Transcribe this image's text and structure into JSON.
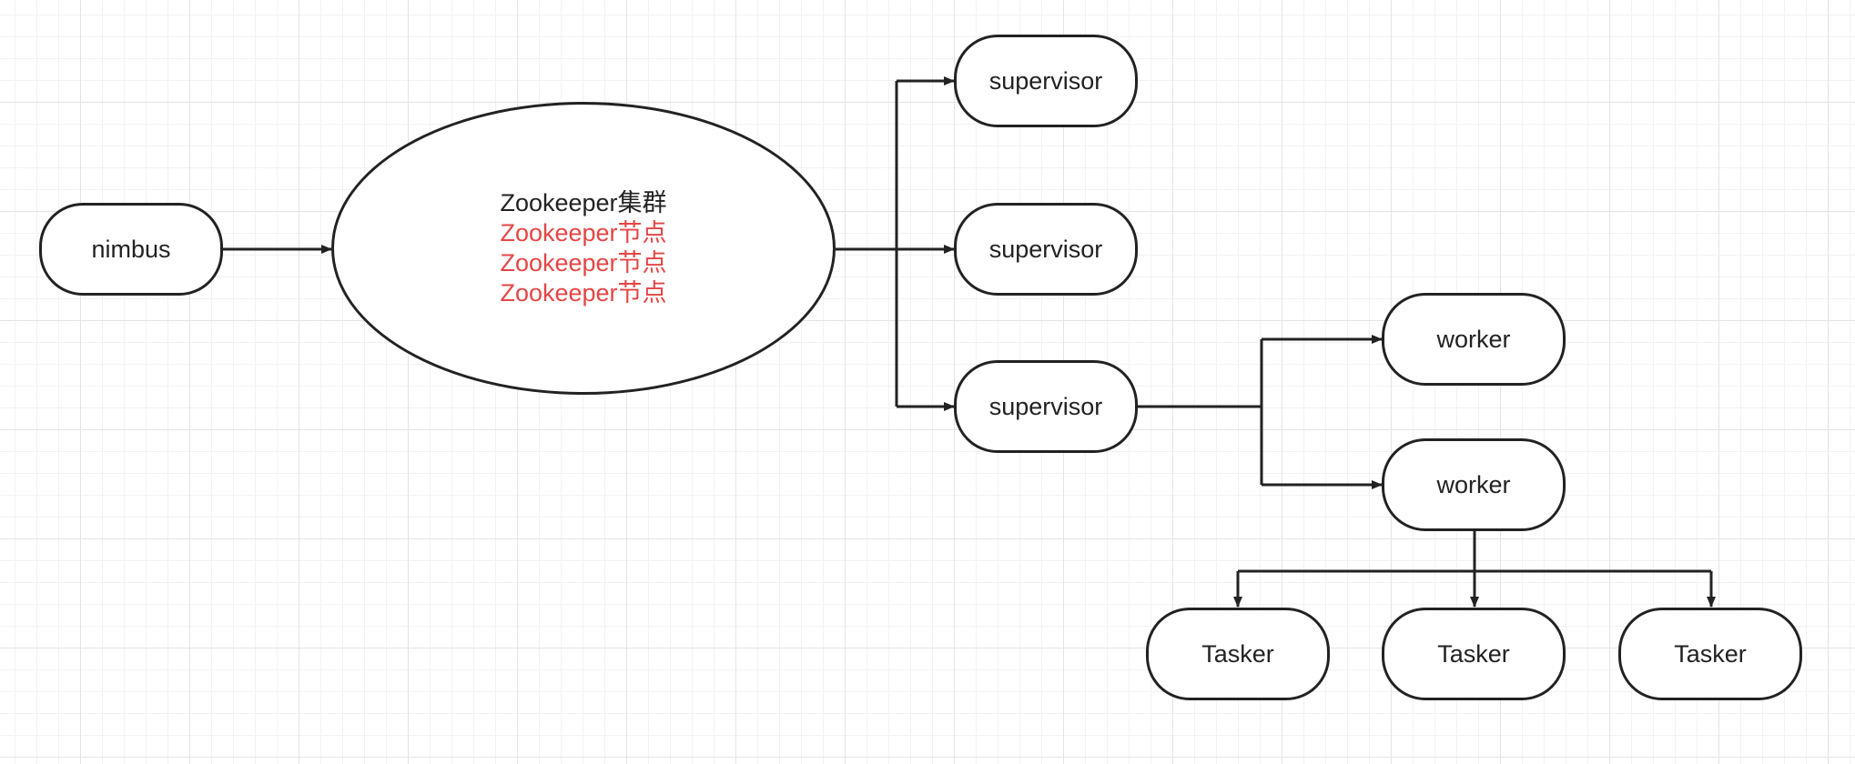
{
  "diagram": {
    "nimbus": "nimbus",
    "cluster": {
      "title": "Zookeeper集群",
      "nodes": [
        "Zookeeper节点",
        "Zookeeper节点",
        "Zookeeper节点"
      ]
    },
    "supervisors": [
      "supervisor",
      "supervisor",
      "supervisor"
    ],
    "workers": [
      "worker",
      "worker"
    ],
    "taskers": [
      "Tasker",
      "Tasker",
      "Tasker"
    ]
  },
  "colors": {
    "stroke": "#222222",
    "highlight": "#e54545"
  }
}
